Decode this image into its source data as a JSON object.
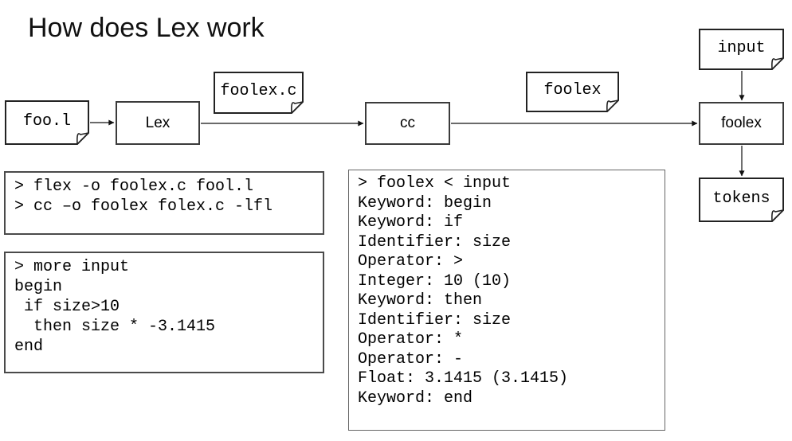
{
  "title": "How does Lex work",
  "colors": {
    "background": "#ffffff",
    "box_border": "#3b3b3b",
    "doc_border": "#222222",
    "terminal_border": "#4a4a4a",
    "arrow": "#111111",
    "text": "#000000"
  },
  "diagram": {
    "nodes": [
      {
        "id": "doc-foo-l",
        "type": "document",
        "label": "foo.l"
      },
      {
        "id": "box-lex",
        "type": "process",
        "label": "Lex"
      },
      {
        "id": "doc-foolex-c",
        "type": "document",
        "label": "foolex.c"
      },
      {
        "id": "box-cc",
        "type": "process",
        "label": "cc"
      },
      {
        "id": "doc-foolex-out",
        "type": "document",
        "label": "foolex"
      },
      {
        "id": "doc-input",
        "type": "document",
        "label": "input"
      },
      {
        "id": "box-foolex",
        "type": "process",
        "label": "foolex"
      },
      {
        "id": "doc-tokens",
        "type": "document",
        "label": "tokens"
      }
    ],
    "edges": [
      {
        "from": "doc-foo-l",
        "to": "box-lex"
      },
      {
        "from": "box-lex",
        "to": "box-cc"
      },
      {
        "from": "box-cc",
        "to": "box-foolex"
      },
      {
        "from": "doc-input",
        "to": "box-foolex"
      },
      {
        "from": "box-foolex",
        "to": "doc-tokens"
      }
    ]
  },
  "terminals": {
    "build_commands": {
      "lines": [
        "> flex -o foolex.c fool.l",
        "> cc –o foolex folex.c -lfl"
      ]
    },
    "input_listing": {
      "lines": [
        "> more input",
        "begin",
        " if size>10",
        "  then size * -3.1415",
        "end"
      ]
    },
    "run_output": {
      "lines": [
        "> foolex < input",
        "Keyword: begin",
        "Keyword: if",
        "Identifier: size",
        "Operator: >",
        "Integer: 10 (10)",
        "Keyword: then",
        "Identifier: size",
        "Operator: *",
        "Operator: -",
        "Float: 3.1415 (3.1415)",
        "Keyword: end"
      ]
    }
  }
}
